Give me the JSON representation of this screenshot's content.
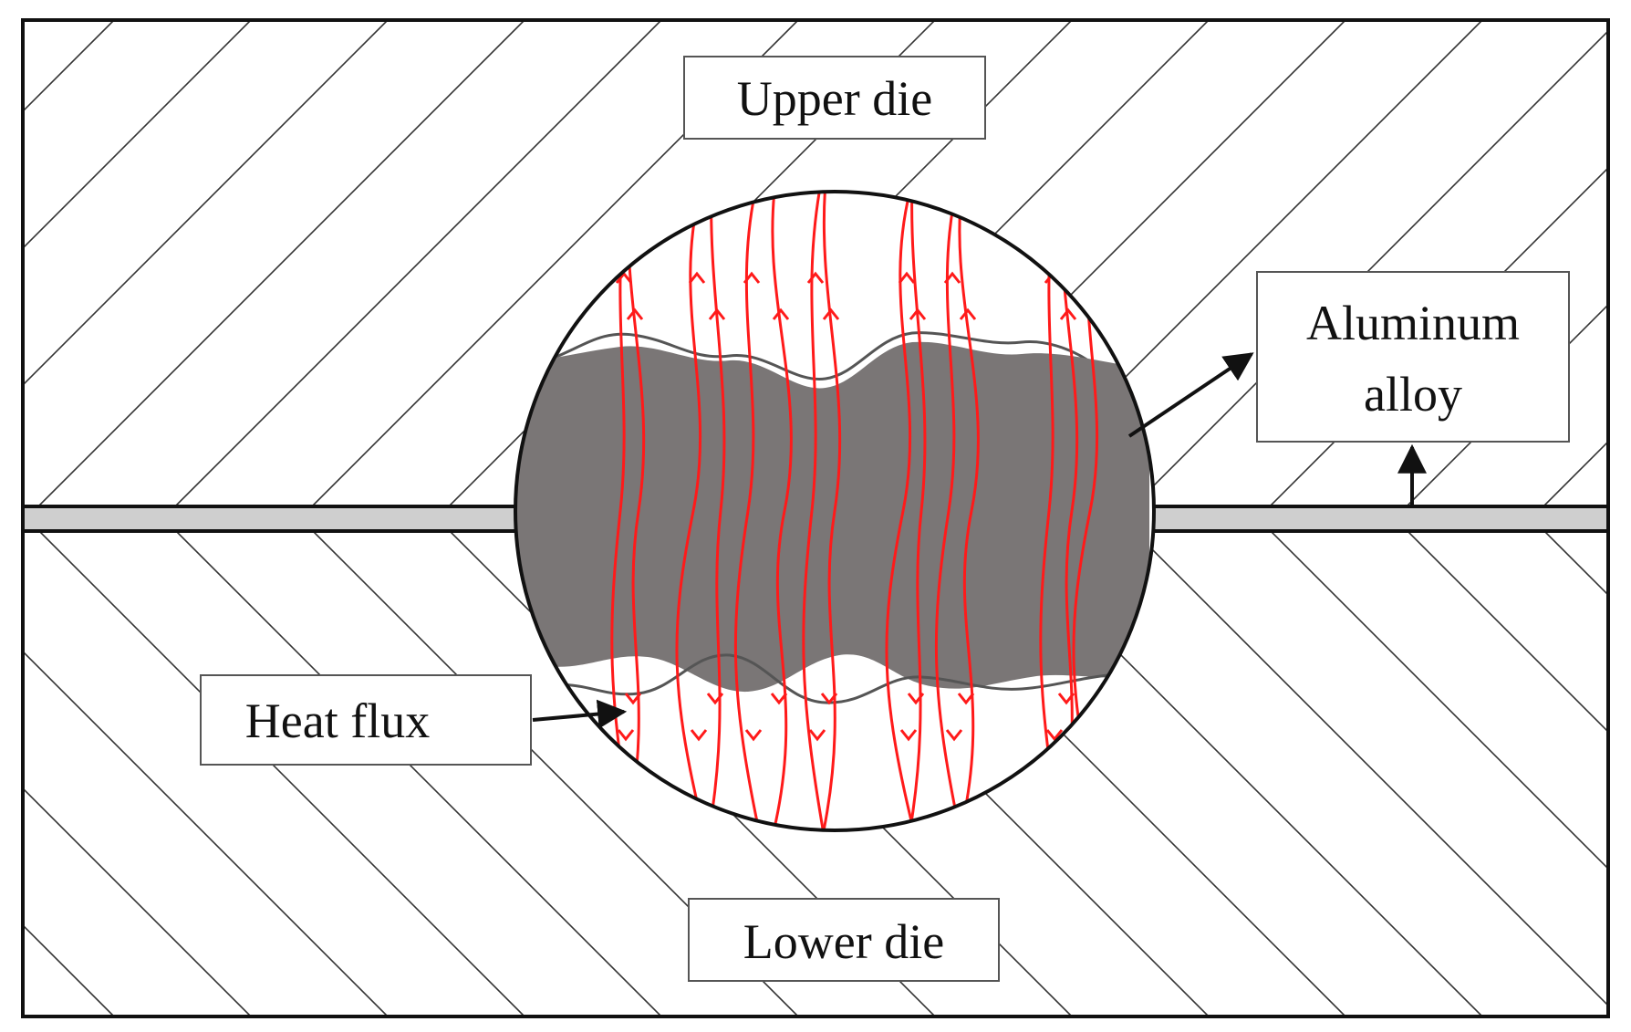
{
  "labels": {
    "upper_die": "Upper die",
    "lower_die": "Lower die",
    "aluminum_alloy_line1": "Aluminum",
    "aluminum_alloy_line2": "alloy",
    "heat_flux": "Heat flux"
  },
  "colors": {
    "outline": "#111111",
    "hatch": "#333333",
    "alloy_fill": "#7a7676",
    "gap_fill": "#cfcfcf",
    "heat_flux_lines": "#ff1a1a",
    "background": "#ffffff"
  }
}
